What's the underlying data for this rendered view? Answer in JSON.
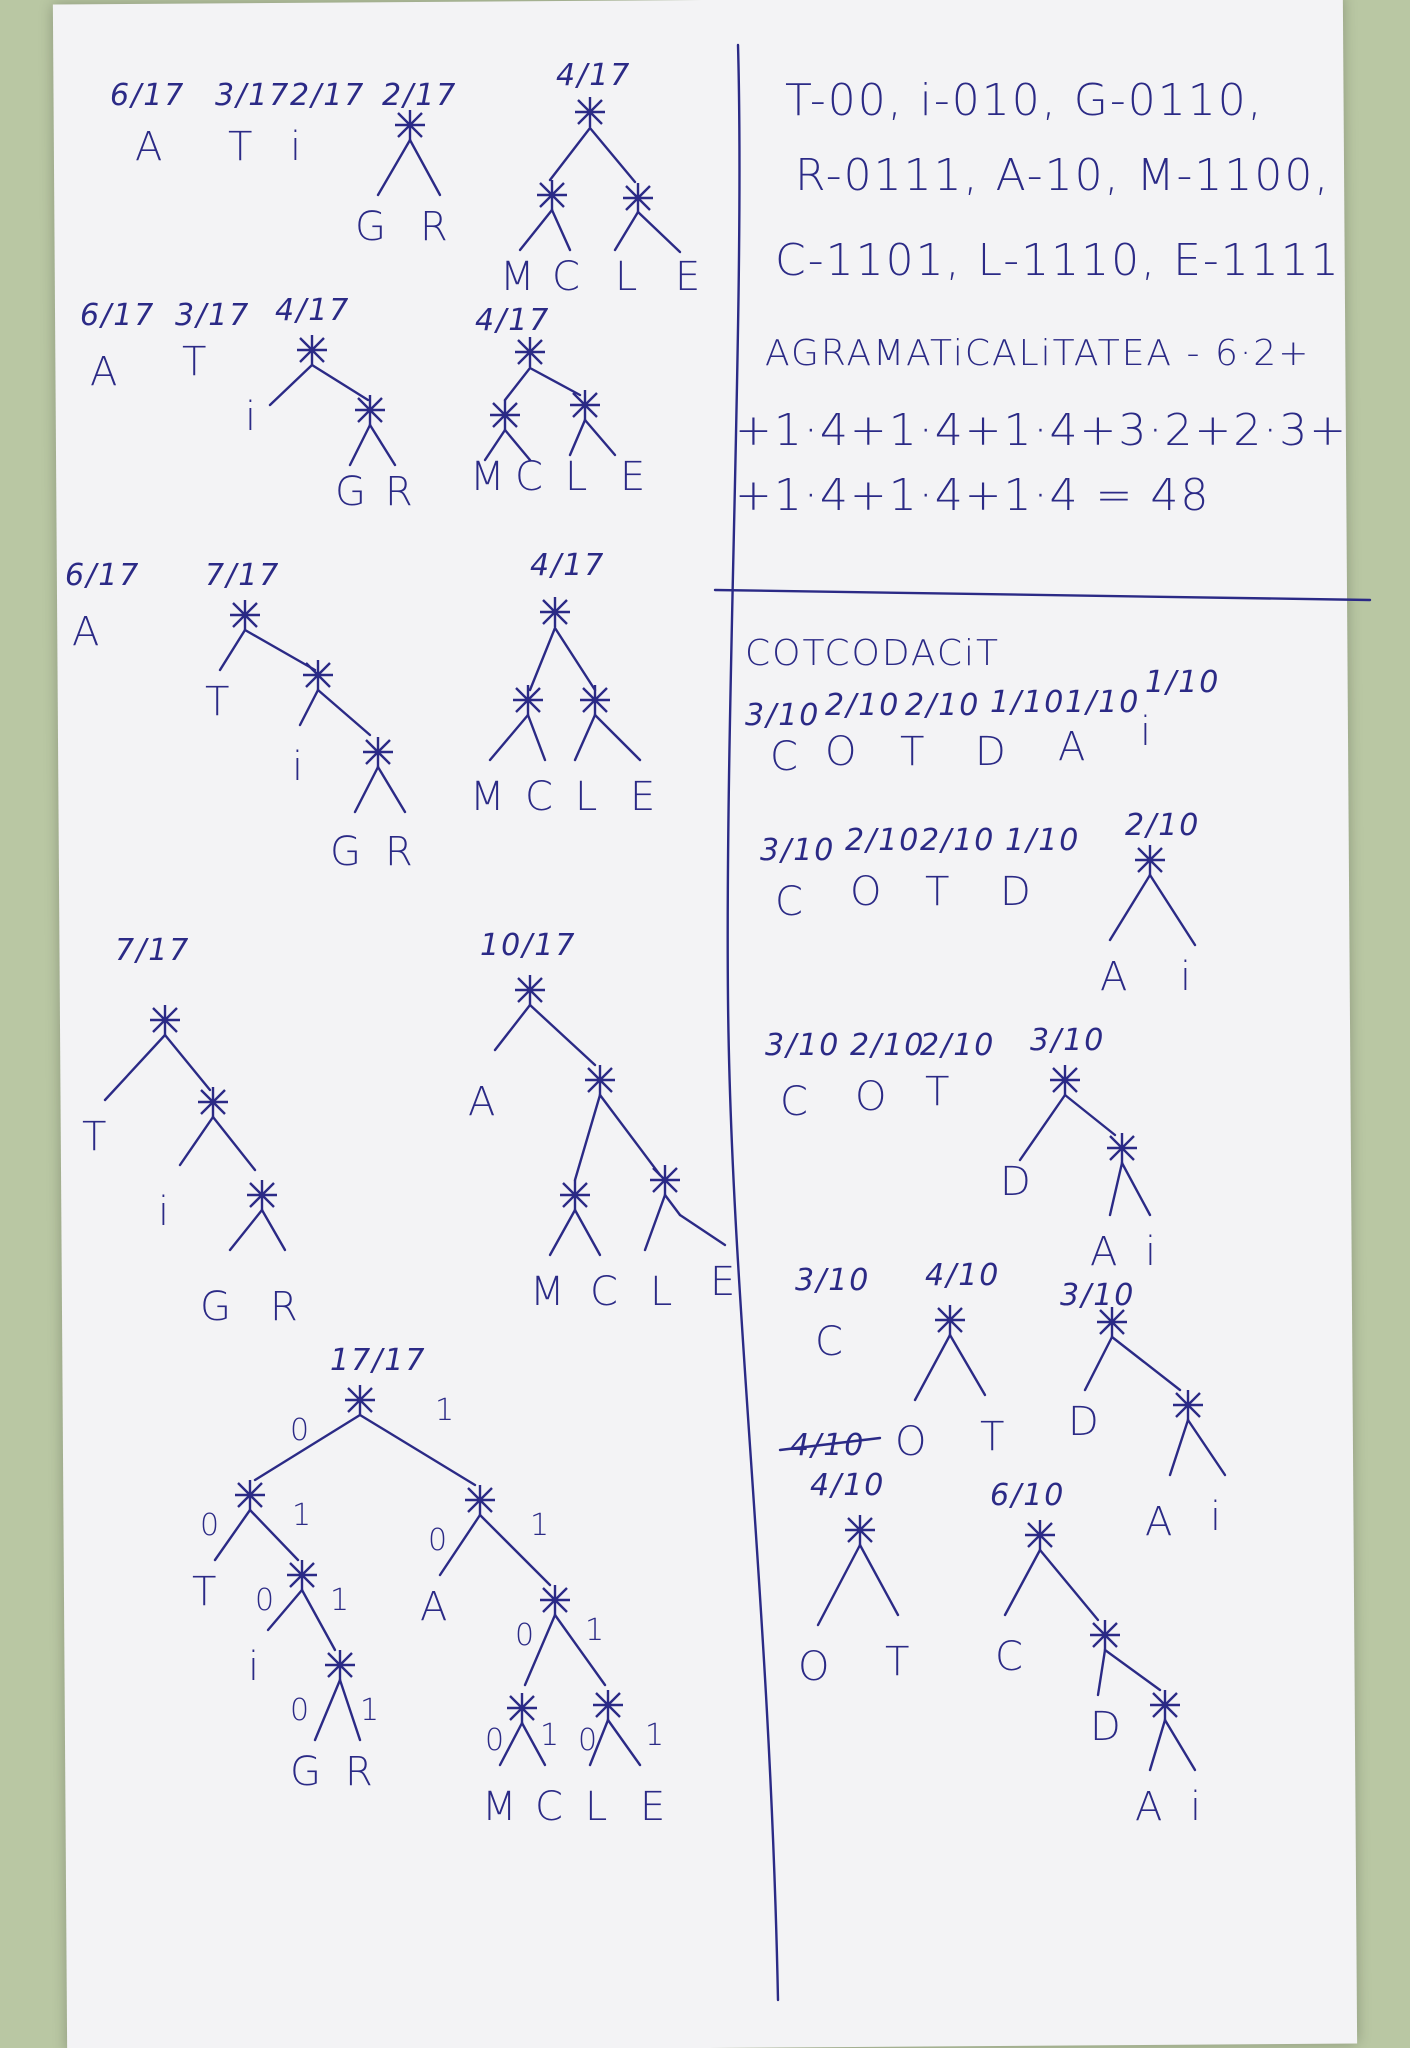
{
  "left": {
    "step1": {
      "weights": [
        "6/17",
        "3/17",
        "2/17",
        "2/17",
        "4/17"
      ],
      "leaves": [
        "A",
        "T",
        "i"
      ],
      "subtree1_leaves": [
        "G",
        "R"
      ],
      "subtree2_leaves": [
        "M",
        "C",
        "L",
        "E"
      ]
    },
    "step2": {
      "weights": [
        "6/17",
        "3/17",
        "4/17",
        "4/17"
      ],
      "leaves": [
        "A",
        "T"
      ],
      "subtree1_leaves": [
        "i",
        "G",
        "R"
      ],
      "subtree2_leaves": [
        "M",
        "C",
        "L",
        "E"
      ]
    },
    "step3": {
      "weights": [
        "6/17",
        "7/17",
        "4/17"
      ],
      "leaves": [
        "A"
      ],
      "subtree1_leaves": [
        "T",
        "i",
        "G",
        "R"
      ],
      "subtree2_leaves": [
        "M",
        "C",
        "L",
        "E"
      ]
    },
    "step4": {
      "weights": [
        "7/17",
        "10/17"
      ],
      "subtree1_leaves": [
        "T",
        "i",
        "G",
        "R"
      ],
      "subtree2_leaves": [
        "A",
        "M",
        "C",
        "L",
        "E"
      ]
    },
    "final_tree": {
      "weight": "17/17",
      "edge_labels": [
        "0",
        "1"
      ],
      "leaves": [
        "T",
        "i",
        "G",
        "R",
        "A",
        "M",
        "C",
        "L",
        "E"
      ]
    }
  },
  "right": {
    "codes": [
      "T-00, i-010, G-0110,",
      "R-0111, A-10, M-1100,",
      "C-1101, L-1110, E-1111"
    ],
    "sum_lines": [
      "AGRAMATiCALiTATEA - 6·2+",
      "+1·4+1·4+1·4+3·2+2·3+",
      "+1·4+1·4+1·4 = 48"
    ],
    "word": "COTCODACiT",
    "stepA": {
      "weights": [
        "3/10",
        "2/10",
        "2/10",
        "1/10",
        "1/10",
        "1/10"
      ],
      "leaves": [
        "C",
        "O",
        "T",
        "D",
        "A",
        "i"
      ]
    },
    "stepB": {
      "weights": [
        "3/10",
        "2/10",
        "2/10",
        "1/10",
        "2/10"
      ],
      "leaves": [
        "C",
        "O",
        "T",
        "D"
      ],
      "subtree_leaves": [
        "A",
        "i"
      ]
    },
    "stepC": {
      "weights": [
        "3/10",
        "2/10",
        "2/10",
        "3/10"
      ],
      "leaves": [
        "C",
        "O",
        "T"
      ],
      "subtree_leaves": [
        "D",
        "A",
        "i"
      ]
    },
    "stepD": {
      "weights": [
        "3/10",
        "4/10",
        "3/10"
      ],
      "leaves": [
        "C"
      ],
      "subtree1_leaves": [
        "O",
        "T"
      ],
      "subtree2_leaves": [
        "D",
        "A",
        "i"
      ]
    },
    "stepE": {
      "crossed": "4/10",
      "weights": [
        "4/10",
        "6/10"
      ],
      "subtree1_leaves": [
        "O",
        "T"
      ],
      "subtree2_leaves": [
        "C",
        "D",
        "A",
        "i"
      ]
    }
  }
}
